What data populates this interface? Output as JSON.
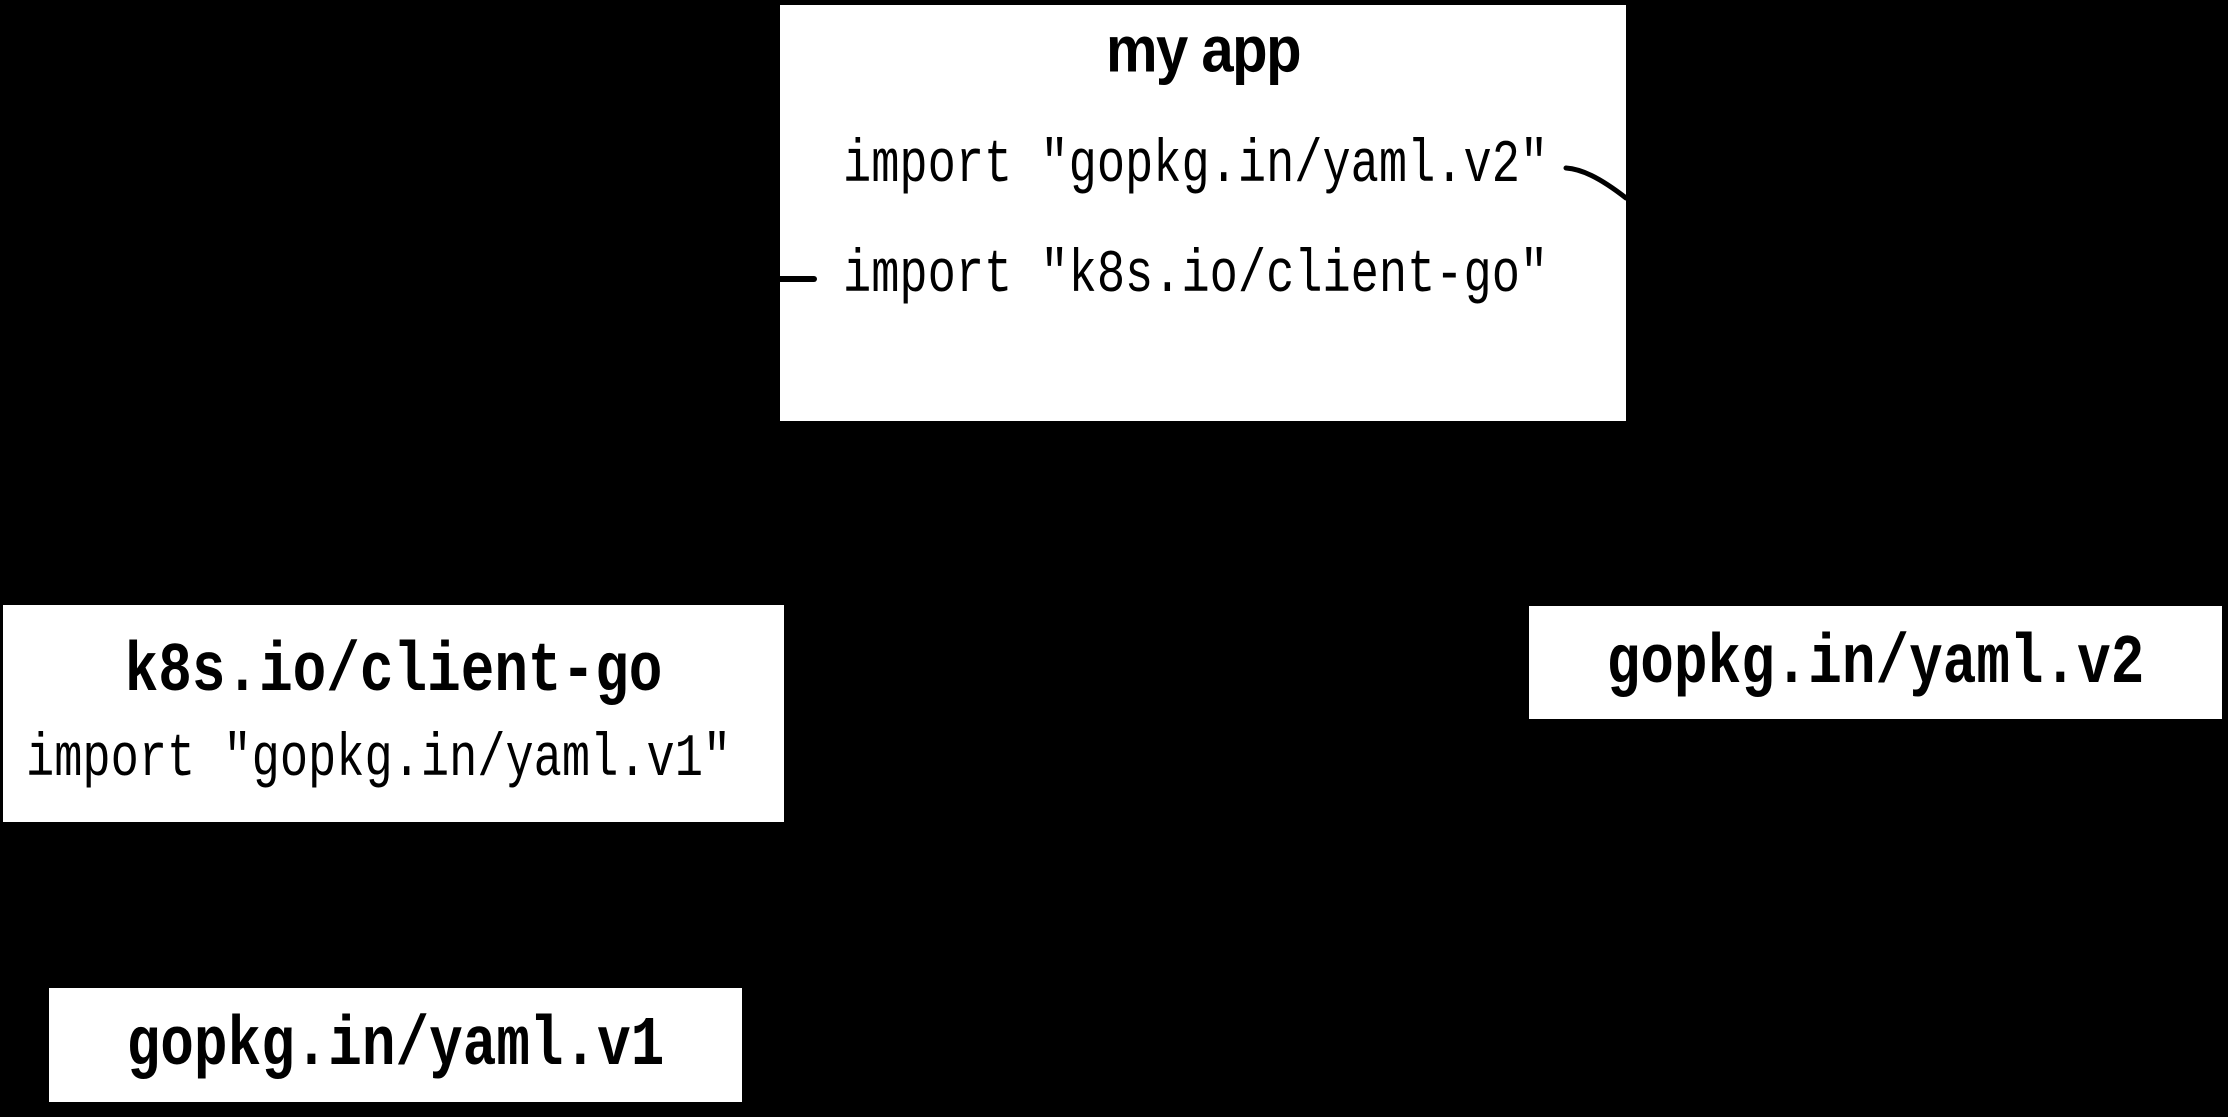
{
  "canvas": {
    "background_color": "#000000",
    "node_fill_color": "#ffffff",
    "ink_color": "#000000"
  },
  "nodes": {
    "my_app": {
      "title": "my app",
      "imports": [
        {
          "code": "import \"gopkg.in/yaml.v2\""
        },
        {
          "code": "import \"k8s.io/client-go\""
        }
      ]
    },
    "client_go": {
      "title": "k8s.io/client-go",
      "imports": [
        {
          "code": "import \"gopkg.in/yaml.v1\""
        }
      ]
    },
    "yaml_v2": {
      "title": "gopkg.in/yaml.v2"
    },
    "yaml_v1": {
      "title": "gopkg.in/yaml.v1"
    }
  },
  "connectors": {
    "yaml_v2_stub": {
      "from_text": "import \"gopkg.in/yaml.v2\"",
      "to_node": "gopkg.in/yaml.v2"
    },
    "client_go_stub": {
      "from_text": "import \"k8s.io/client-go\"",
      "to_node": "k8s.io/client-go"
    }
  }
}
